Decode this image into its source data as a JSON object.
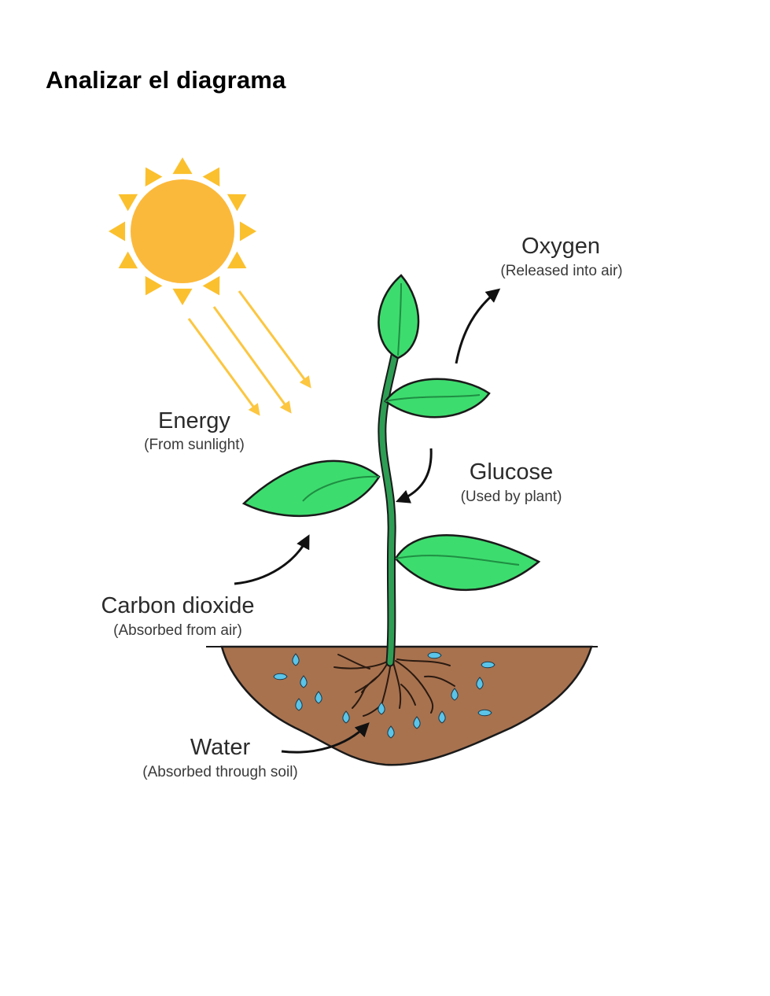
{
  "page": {
    "title": "Analizar el diagrama"
  },
  "labels": {
    "oxygen": {
      "name": "Oxygen",
      "note": "(Released into air)"
    },
    "energy": {
      "name": "Energy",
      "note": "(From sunlight)"
    },
    "glucose": {
      "name": "Glucose",
      "note": "(Used by plant)"
    },
    "carbon_dioxide": {
      "name": "Carbon dioxide",
      "note": "(Absorbed from air)"
    },
    "water": {
      "name": "Water",
      "note": "(Absorbed through soil)"
    }
  },
  "colors": {
    "sun": "#fbb93b",
    "sun_rays": "#fbc02d",
    "light_beams": "#fcc640",
    "leaf": "#3ddc6e",
    "leaf_vein": "#1f8e43",
    "stem": "#2d9e54",
    "soil": "#a8724f",
    "water_drop": "#5bc4e8",
    "outline": "#1a1a1a"
  },
  "icons": [
    "sun-icon",
    "plant-icon",
    "soil-icon",
    "water-drop-icon",
    "arrow-icon"
  ]
}
